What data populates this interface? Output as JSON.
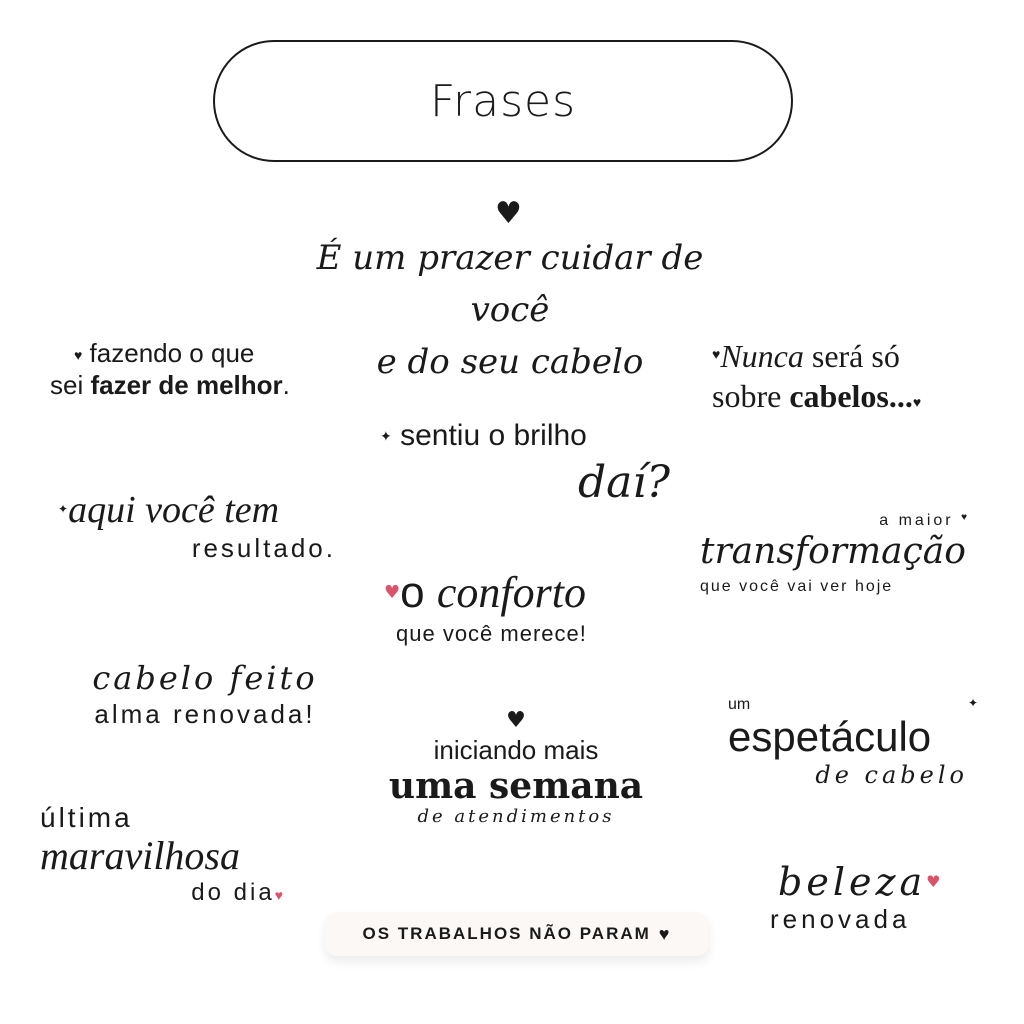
{
  "header": {
    "title": "Frases"
  },
  "phrases": {
    "p1": {
      "line1": "É um prazer cuidar de você",
      "line2": "e do seu cabelo"
    },
    "p2": {
      "part1": "fazendo o que",
      "part2a": "sei ",
      "part2b": "fazer de melhor",
      "part2c": "."
    },
    "p3": {
      "part1a": "Nunca",
      "part1b": " será só",
      "part2a": "sobre ",
      "part2b": "cabelos..."
    },
    "p4": {
      "line1": "sentiu o brilho",
      "line2": "daí?"
    },
    "p5": {
      "line1": "aqui você tem",
      "line2": "resultado."
    },
    "p6": {
      "line1": "a maior",
      "line2": "transformação",
      "line3": "que você vai ver hoje"
    },
    "p7": {
      "line1a": "o ",
      "line1b": "conforto",
      "line2": "que você merece!"
    },
    "p8": {
      "line1": "cabelo feito",
      "line2": "alma renovada!"
    },
    "p9": {
      "line1": "um",
      "line2": "espetáculo",
      "line3": "de cabelo"
    },
    "p10": {
      "line1": "iniciando mais",
      "line2": "uma semana",
      "line3": "de atendimentos"
    },
    "p11": {
      "line1": "última",
      "line2": "maravilhosa",
      "line3": "do dia"
    },
    "p12": {
      "line1": "beleza",
      "line2": "renovada"
    },
    "p13": {
      "label": "OS TRABALHOS NÃO PARAM"
    }
  },
  "icons": {
    "heart": "♥",
    "sparkle": "✦"
  },
  "colors": {
    "accent_pink": "#d9536b",
    "text": "#1a1a1a"
  }
}
